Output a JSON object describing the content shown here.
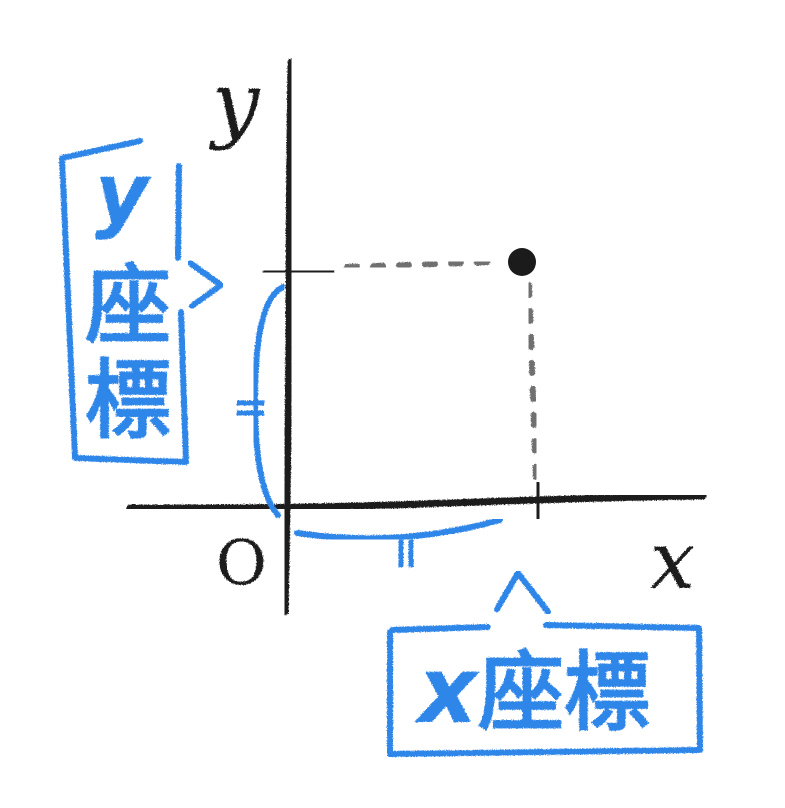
{
  "labels": {
    "y_axis": "y",
    "x_axis": "x",
    "origin": "O",
    "x_coordinate_var": "x",
    "x_coordinate_word": "座標",
    "y_coordinate_var": "y",
    "y_coordinate_word_1": "座",
    "y_coordinate_word_2": "標",
    "equal_mark": "="
  },
  "colors": {
    "ink": "#1b1b1b",
    "guide": "#6f6f6f",
    "annotation": "#2f86e8",
    "background": "#ffffff"
  }
}
